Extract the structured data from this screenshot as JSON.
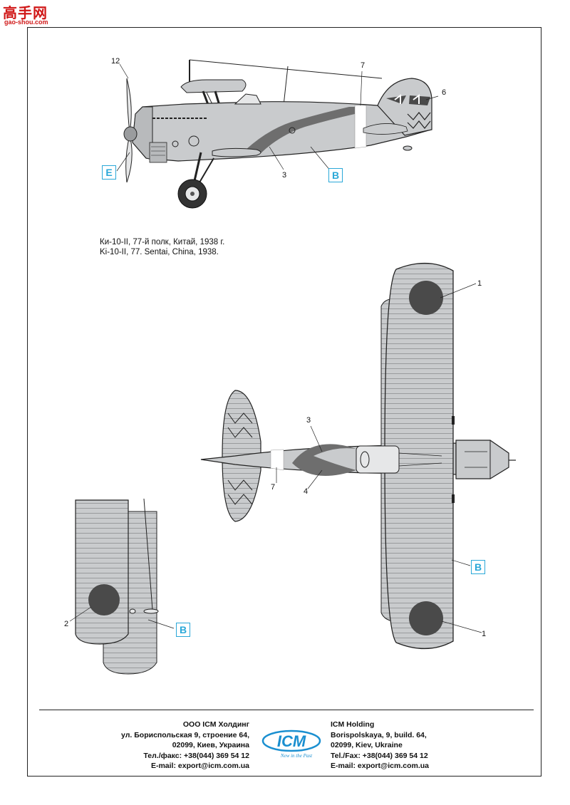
{
  "watermark": {
    "main": "高手网",
    "sub": "gao-shou.com"
  },
  "caption": {
    "line_ru": "Ки-10-II, 77-й полк, Китай, 1938 г.",
    "line_en": "Ki-10-II, 77. Sentai, China, 1938."
  },
  "tags": {
    "e": "E",
    "b": "B"
  },
  "callouts": {
    "n1": "1",
    "n2": "2",
    "n3": "3",
    "n4": "4",
    "n6": "6",
    "n7": "7",
    "n12": "12"
  },
  "footer": {
    "ru": [
      "ООО ICM Холдинг",
      "ул. Бориспольская 9, строение 64,",
      "02099, Киев, Украина",
      "Тел./факс: +38(044) 369 54 12",
      "E-mail: export@icm.com.ua"
    ],
    "en": [
      "ICM Holding",
      "Borispolskaya, 9, build. 64,",
      "02099, Kiev, Ukraine",
      "Tel./Fax: +38(044) 369 54 12",
      "E-mail: export@icm.com.ua"
    ],
    "logo_text": "ICM",
    "logo_slogan": "New in the Past"
  },
  "colors": {
    "aircraft_grey": "#c9cbcd",
    "stripe_grey": "#6e6e6e",
    "roundel": "#4a4a4a",
    "tag_blue": "#2aa8d8",
    "watermark_red": "#d01818",
    "logo_blue": "#1a8fd0"
  }
}
